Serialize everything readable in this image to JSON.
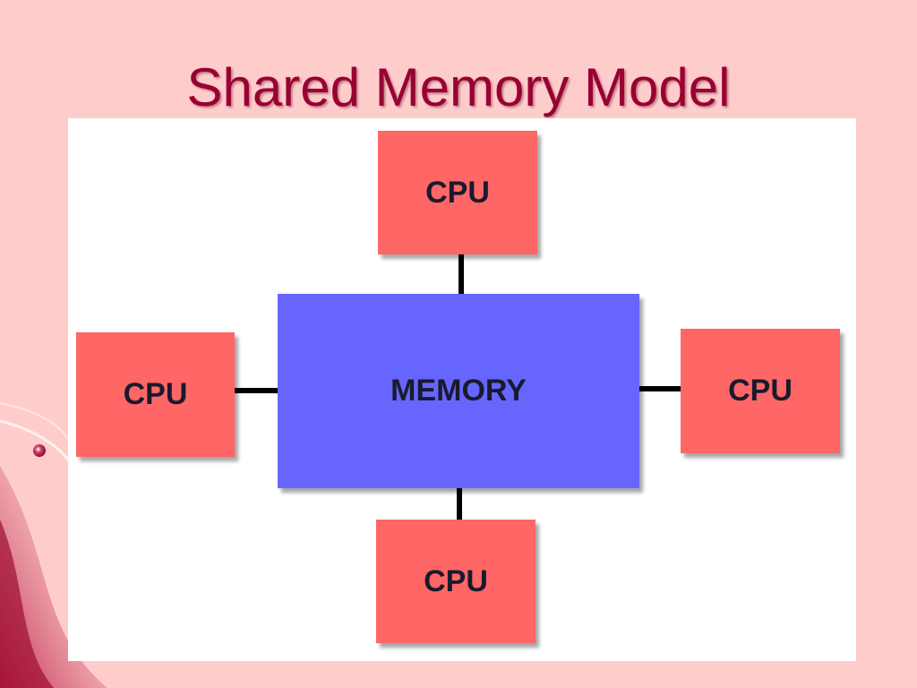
{
  "slide": {
    "title": "Shared Memory Model"
  },
  "diagram": {
    "memory_label": "MEMORY",
    "cpu_top_label": "CPU",
    "cpu_left_label": "CPU",
    "cpu_right_label": "CPU",
    "cpu_bottom_label": "CPU"
  },
  "colors": {
    "background": "#ffcccc",
    "title": "#990033",
    "cpu": "#ff6666",
    "memory": "#6666ff",
    "connector": "#000000",
    "panel": "#ffffff"
  }
}
